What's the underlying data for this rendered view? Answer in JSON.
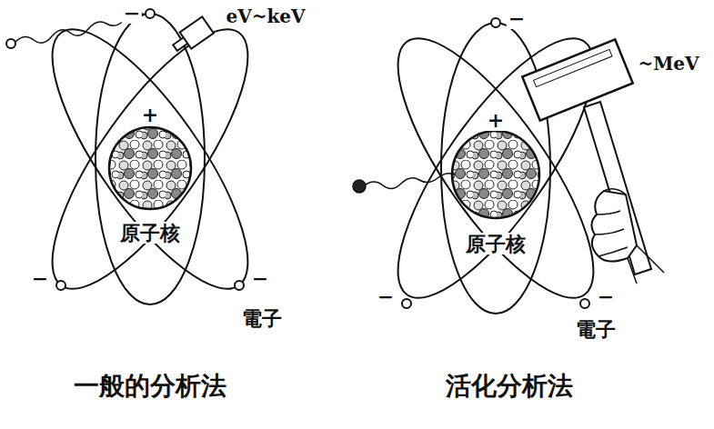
{
  "diagram": {
    "labels": [
      "eV~keV",
      "−",
      "+",
      "原子核",
      "−",
      "−",
      "電子",
      "一般的分析法",
      "~MeV",
      "−",
      "+",
      "原子核",
      "−",
      "−",
      "電子",
      "活化分析法"
    ]
  }
}
